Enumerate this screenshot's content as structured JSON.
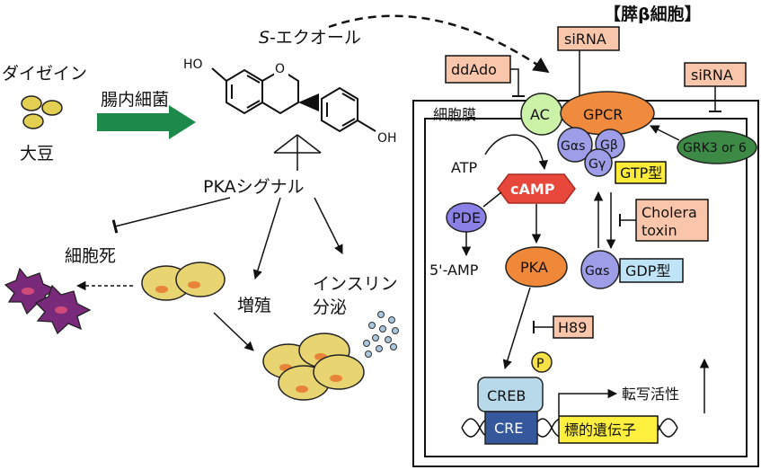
{
  "title": "【膵β細胞】",
  "left": {
    "daidzein": "ダイゼイン",
    "soybean": "大豆",
    "gut_bacteria": "腸内細菌",
    "s_prefix": "S",
    "equol_suffix": "-エクオール",
    "ho_label": "HO",
    "oh_label": "OH",
    "o_label": "O",
    "pka_signal": "PKAシグナル",
    "cell_death": "細胞死",
    "proliferation": "増殖",
    "insulin_line1": "インスリン",
    "insulin_line2": "分泌"
  },
  "cell": {
    "membrane": "細胞膜",
    "ddAdo": "ddAdo",
    "sirna_1": "siRNA",
    "sirna_2": "siRNA",
    "ac": "AC",
    "gpcr": "GPCR",
    "g_alpha_s": "Gαs",
    "g_beta": "Gβ",
    "g_gamma": "Gγ",
    "grk": "GRK3 or 6",
    "atp": "ATP",
    "camp": "cAMP",
    "gtp_type": "GTP型",
    "gdp_type": "GDP型",
    "cholera_line1": "Cholera",
    "cholera_line2": "toxin",
    "pde": "PDE",
    "amp": "5'-AMP",
    "pka": "PKA",
    "g_alpha_s_2": "Gαs",
    "h89": "H89",
    "p": "P",
    "creb": "CREB",
    "cre": "CRE",
    "transcription": "転写活性",
    "target_gene": "標的遺伝子"
  },
  "colors": {
    "accent_green": "#1e8a4a",
    "salmon": "#f9c6ab",
    "gpcr_orange": "#f08a3c",
    "g_protein_purple": "#9e9ee8",
    "ac_green": "#ccf2a8",
    "grk_green": "#3c8a46",
    "camp_red": "#e8483c",
    "gtp_yellow": "#ffec3a",
    "gdp_blue": "#bfe3f7",
    "pde_purple": "#8a80e6",
    "pka_orange": "#f0883a",
    "p_yellow": "#f6e246",
    "creb_blue": "#b7d9ea",
    "cre_blue": "#35589c",
    "target_yellow": "#ffef3e",
    "soybean_yellow": "#e3cf52",
    "cell_yellow": "#e8d470",
    "nucleus_orange": "#e8833a",
    "dead_cell_purple": "#7a2a7a",
    "dot_blue": "#a9c6dd"
  }
}
